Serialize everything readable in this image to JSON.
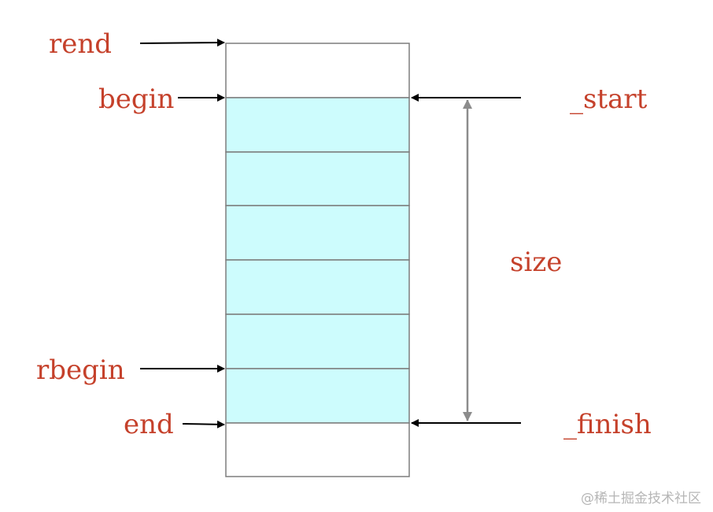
{
  "labels": {
    "rend": "rend",
    "begin": "begin",
    "rbegin": "rbegin",
    "end": "end",
    "start": "_start",
    "finish": "_finish",
    "size": "size"
  },
  "watermark": "@稀土掘金技术社区",
  "colors": {
    "label": "#c5412b",
    "filled_cell": "#cdfcfd",
    "empty_cell": "#ffffff",
    "cell_border": "#7d7d7d",
    "pointer_arrow": "#000000",
    "size_arrow": "#8c8c8c",
    "watermark": "#b6b6b6"
  },
  "cells": {
    "empty_before": 1,
    "filled": 6,
    "empty_after": 1
  }
}
